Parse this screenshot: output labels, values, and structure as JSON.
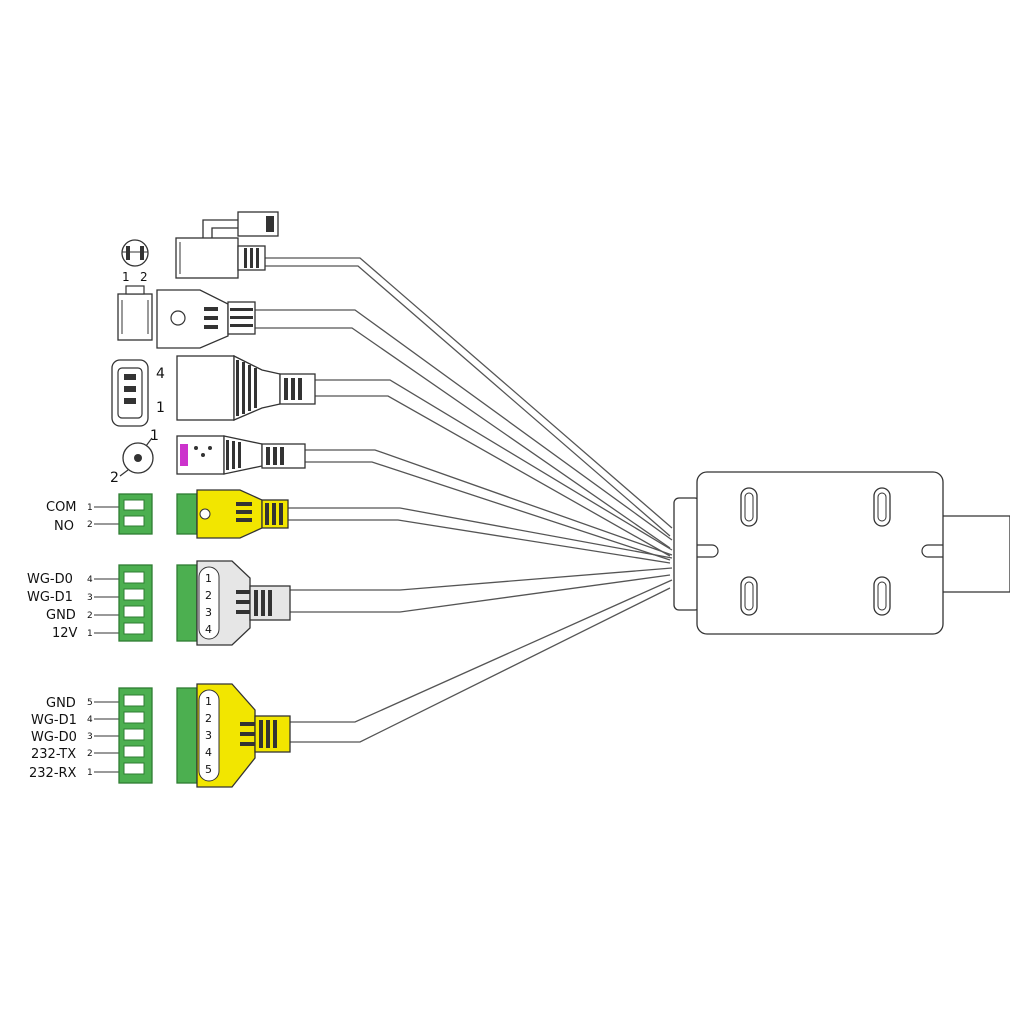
{
  "colors": {
    "terminal_green": "#4caf50",
    "terminal_green_dark": "#2e7d32",
    "connector_yellow": "#f2e600",
    "connector_gray": "#e6e6e6",
    "outline": "#333333",
    "wire": "#555555",
    "dc_contact": "#cc33cc"
  },
  "icons": {
    "power_pinout": "dc-barrel-2pin-icon",
    "rj45_pinout": "rj45-jack-icon",
    "usb_pinout": "usb-a-icon",
    "audio_pinout": "rca-jack-icon"
  },
  "pinouts": {
    "power": {
      "pins": [
        "1",
        "2"
      ]
    },
    "usb": {
      "top": "4",
      "bottom": "1"
    },
    "audio": {
      "top": "1",
      "bottom": "2"
    }
  },
  "groups": {
    "relay": {
      "labels": [
        "COM",
        "NO"
      ],
      "pins": [
        "1",
        "2"
      ]
    },
    "wiegand": {
      "labels": [
        "WG-D0",
        "WG-D1",
        "GND",
        "12V"
      ],
      "pins": [
        "4",
        "3",
        "2",
        "1"
      ],
      "plug_numbers": [
        "1",
        "2",
        "3",
        "4"
      ]
    },
    "serial": {
      "labels": [
        "GND",
        "WG-D1",
        "WG-D0",
        "232-TX",
        "232-RX"
      ],
      "pins": [
        "5",
        "4",
        "3",
        "2",
        "1"
      ],
      "plug_numbers": [
        "1",
        "2",
        "3",
        "4",
        "5"
      ]
    }
  }
}
